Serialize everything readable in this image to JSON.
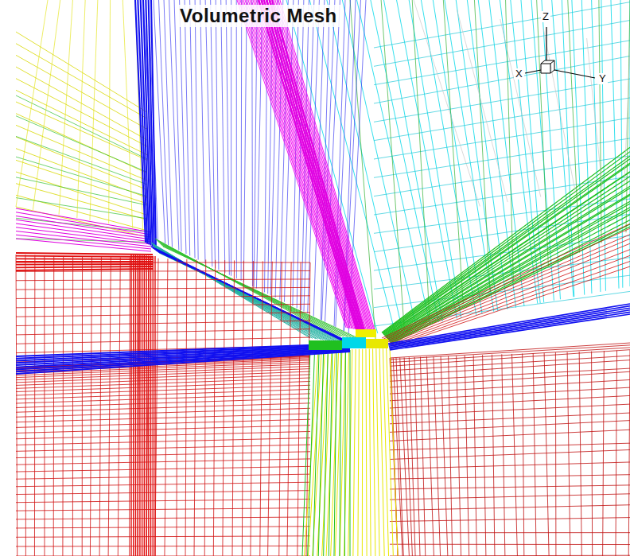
{
  "diagram": {
    "title": "Volumetric Mesh",
    "labels": [
      "Z",
      "X",
      "Y"
    ]
  }
}
